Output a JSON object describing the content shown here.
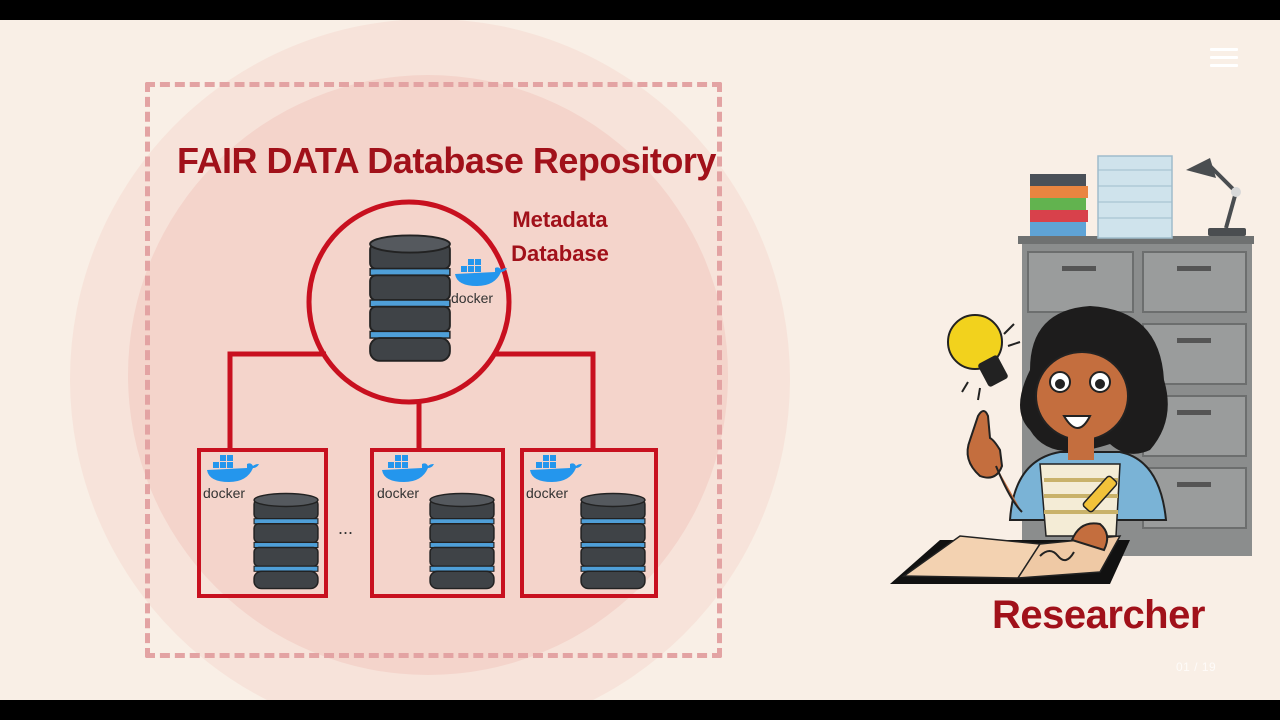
{
  "diagram": {
    "title": "FAIR DATA Database Repository",
    "metadata_label_line1": "Metadata",
    "metadata_label_line2": "Database",
    "docker_label": "docker",
    "ellipsis": "...",
    "researcher_label": "Researcher"
  },
  "player": {
    "page_counter": "01 / 19"
  },
  "colors": {
    "accent": "#a1111a",
    "connector": "#c8101f",
    "dashed_frame": "#e3a3a3",
    "background": "#f9efe6",
    "db_dark": "#3f4347",
    "db_band": "#4f9fd8",
    "docker_blue": "#2496ed"
  }
}
